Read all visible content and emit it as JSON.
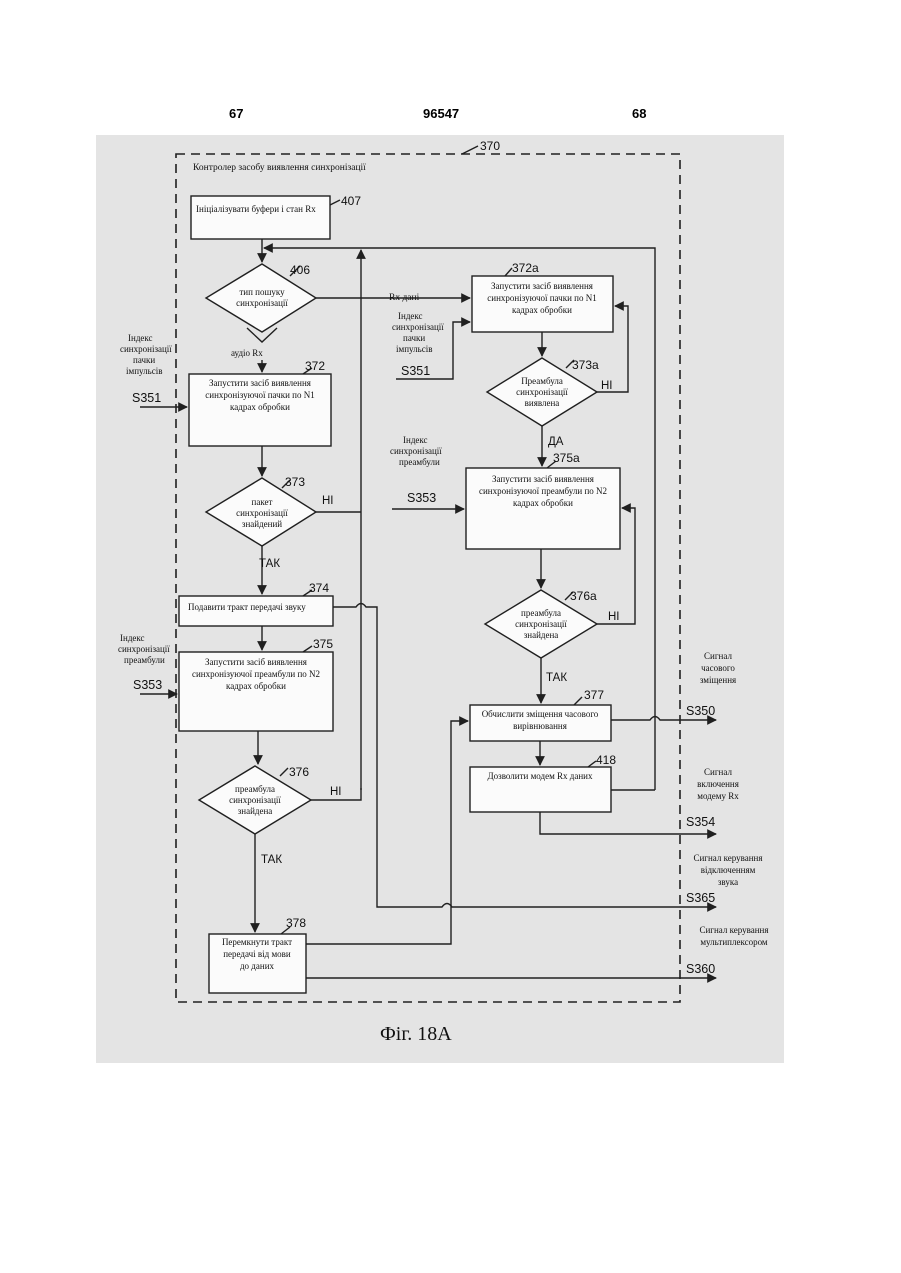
{
  "header": {
    "page_left": "67",
    "doc_number": "96547",
    "page_right": "68"
  },
  "figure": {
    "caption": "Фіг. 18А",
    "container": {
      "ref": "370",
      "title": "Контролер засобу виявлення синхронізації"
    },
    "boxes": {
      "b407": {
        "ref": "407",
        "lines": [
          "Ініціалізувати буфери і стан Rx"
        ]
      },
      "b372": {
        "ref": "372",
        "lines": [
          "Запустити засіб виявлення",
          "синхронізуючої пачки по N1",
          "кадрах обробки"
        ]
      },
      "b374": {
        "ref": "374",
        "lines": [
          "Подавити тракт передачі звуку"
        ]
      },
      "b375": {
        "ref": "375",
        "lines": [
          "Запустити засіб виявлення",
          "синхронізуючої преамбули по N2",
          "кадрах обробки"
        ]
      },
      "b378": {
        "ref": "378",
        "lines": [
          "Перемкнути тракт",
          "передачі від мови",
          "до даних"
        ]
      },
      "b372a": {
        "ref": "372а",
        "lines": [
          "Запустити засіб виявлення",
          "синхронізуючої пачки по N1",
          "кадрах обробки"
        ]
      },
      "b375a": {
        "ref": "375а",
        "lines": [
          "Запустити засіб виявлення",
          "синхронізуючої преамбули по N2",
          "кадрах обробки"
        ]
      },
      "b377": {
        "ref": "377",
        "lines": [
          "Обчислити зміщення часового",
          "вирівнювання"
        ]
      },
      "b418": {
        "ref": "418",
        "lines": [
          "Дозволити модем Rx даних"
        ]
      }
    },
    "diamonds": {
      "d406": {
        "ref": "406",
        "lines": [
          "тип пошуку",
          "синхронізації"
        ]
      },
      "d373": {
        "ref": "373",
        "lines": [
          "пакет",
          "синхронізації",
          "знайдений"
        ]
      },
      "d376": {
        "ref": "376",
        "lines": [
          "преамбула",
          "синхронізації",
          "знайдена"
        ]
      },
      "d373a": {
        "ref": "373а",
        "lines": [
          "Преамбула",
          "синхронізації",
          "виявлена"
        ]
      },
      "d376a": {
        "ref": "376а",
        "lines": [
          "преамбула",
          "синхронізації",
          "знайдена"
        ]
      }
    },
    "branch_labels": {
      "audio": "аудіо Rx",
      "rx_data": "Rx дані",
      "yes_tak": "ТАК",
      "no_ni": "НІ",
      "yes_da": "ДА"
    },
    "input_signals": {
      "s351_left": {
        "name": "S351",
        "lines": [
          "Індекс",
          "синхронізації",
          "пачки",
          "імпульсів"
        ]
      },
      "s353_left": {
        "name": "S353",
        "lines": [
          "Індекс",
          "синхронізації",
          "преамбули"
        ]
      },
      "s351_right": {
        "name": "S351",
        "lines": [
          "Індекс",
          "синхронізації",
          "пачки",
          "імпульсів"
        ]
      },
      "s353_right": {
        "name": "S353",
        "lines": [
          "Індекс",
          "синхронізації",
          "преамбули"
        ]
      }
    },
    "output_signals": {
      "s350": {
        "name": "S350",
        "lines": [
          "Сигнал",
          "часового",
          "зміщення"
        ]
      },
      "s354": {
        "name": "S354",
        "lines": [
          "Сигнал",
          "включення",
          "модему Rx"
        ]
      },
      "s365": {
        "name": "S365",
        "lines": [
          "Сигнал керування",
          "відключенням",
          "звука"
        ]
      },
      "s360": {
        "name": "S360",
        "lines": [
          "Сигнал керування",
          "мультиплексором"
        ]
      }
    }
  }
}
